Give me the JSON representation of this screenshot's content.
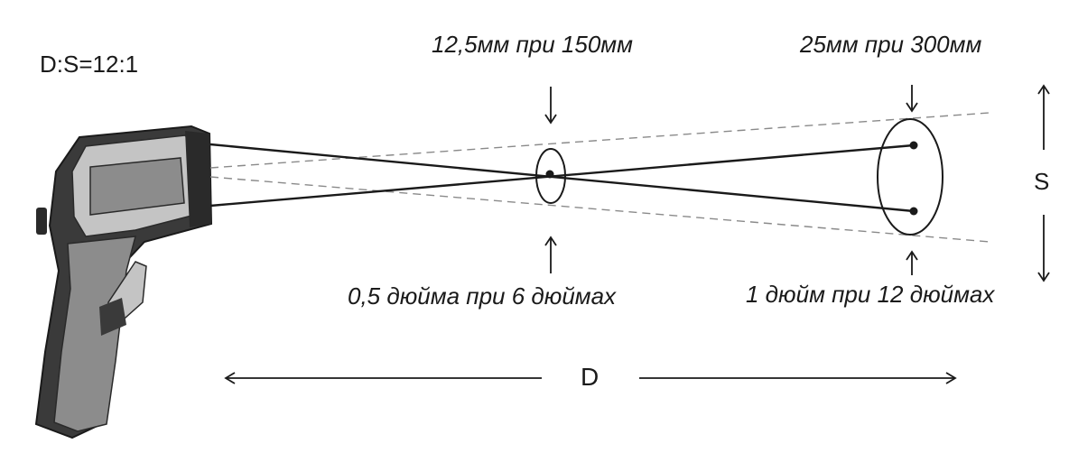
{
  "diagram": {
    "ratio_label": "D:S=12:1",
    "near_label_mm": "12,5мм при 150мм",
    "far_label_mm": "25мм при 300мм",
    "near_label_in": "0,5 дюйма при 6 дюймах",
    "far_label_in": "1 дюйм при 12 дюймах",
    "spot_size_label": "S",
    "distance_label": "D"
  },
  "colors": {
    "line": "#1a1a1a",
    "dashed": "#8a8a8a",
    "gun_dark": "#3a3a3a",
    "gun_mid": "#8c8c8c",
    "gun_light": "#c4c4c4"
  }
}
